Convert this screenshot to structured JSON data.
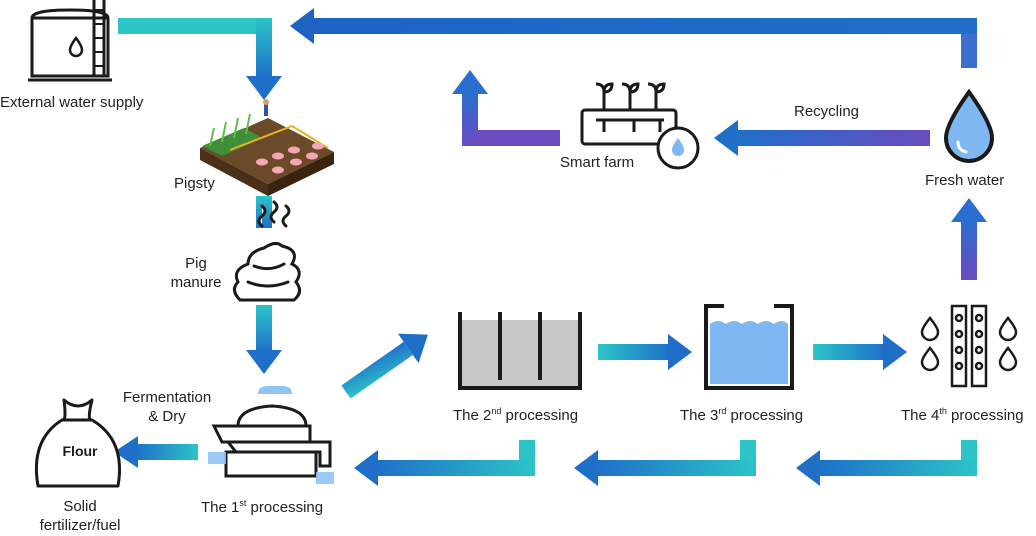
{
  "labels": {
    "external_water_supply": "External water supply",
    "pigsty": "Pigsty",
    "pig_manure_1": "Pig",
    "pig_manure_2": "manure",
    "fermentation_1": "Fermentation",
    "fermentation_2": "& Dry",
    "flour": "Flour",
    "solid_1": "Solid",
    "solid_2": "fertilizer/fuel",
    "smart_farm": "Smart farm",
    "recycling": "Recycling",
    "fresh_water": "Fresh water"
  },
  "processing": [
    {
      "prefix": "The 1",
      "sup": "st",
      "suffix": " processing"
    },
    {
      "prefix": "The 2",
      "sup": "nd",
      "suffix": " processing"
    },
    {
      "prefix": "The 3",
      "sup": "rd",
      "suffix": " processing"
    },
    {
      "prefix": "The 4",
      "sup": "th",
      "suffix": " processing"
    }
  ],
  "colors": {
    "teal": "#2cc4c8",
    "blue": "#1f6fc9",
    "purple": "#6a4bc0",
    "icon_dark": "#1a1a1a",
    "water_light": "#7eb7f2",
    "tank_fill": "#c8c8c8"
  }
}
